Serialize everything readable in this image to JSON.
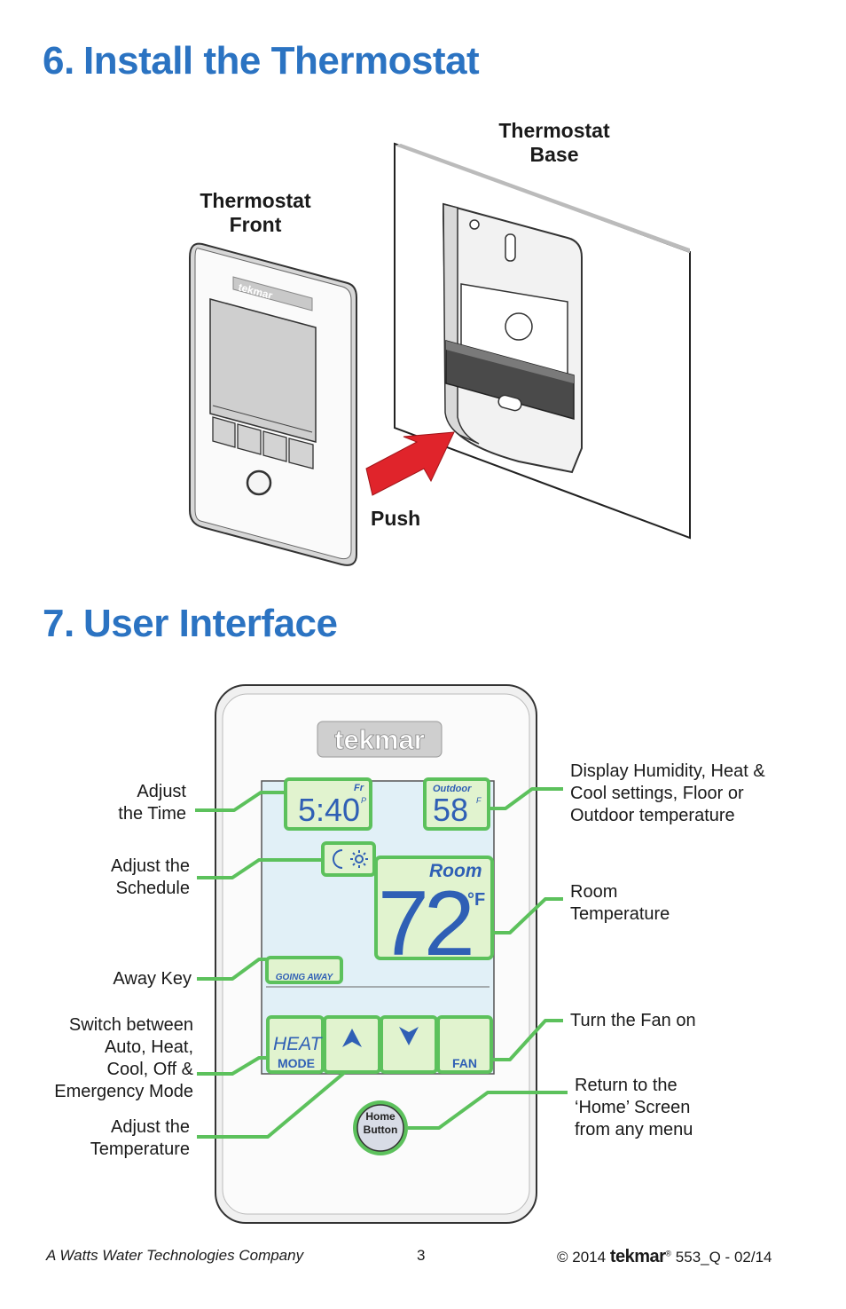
{
  "section6": {
    "number": "6.",
    "title": "Install the Thermostat"
  },
  "section7": {
    "number": "7.",
    "title": "User Interface"
  },
  "install": {
    "base_label_line1": "Thermostat",
    "base_label_line2": "Base",
    "front_label_line1": "Thermostat",
    "front_label_line2": "Front",
    "push_label": "Push",
    "brand": "tekmar"
  },
  "ui": {
    "brand": "tekmar",
    "lcd": {
      "day": "Fr",
      "time": "5:40",
      "time_suffix": "P",
      "outdoor_label": "Outdoor",
      "outdoor_value": "58",
      "outdoor_unit": "F",
      "room_label": "Room",
      "room_value": "72",
      "room_unit": "°F",
      "away_label": "GOING AWAY",
      "mode_display": "HEAT",
      "mode_label": "MODE",
      "fan_label": "FAN",
      "home_line1": "Home",
      "home_line2": "Button"
    },
    "callouts": {
      "time_1": "Adjust",
      "time_2": "the Time",
      "schedule_1": "Adjust the",
      "schedule_2": "Schedule",
      "away": "Away Key",
      "mode_1": "Switch between",
      "mode_2": "Auto, Heat,",
      "mode_3": "Cool, Off &",
      "mode_4": "Emergency Mode",
      "temp_1": "Adjust the",
      "temp_2": "Temperature",
      "display_1": "Display Humidity, Heat &",
      "display_2": "Cool settings, Floor or",
      "display_3": "Outdoor temperature",
      "room_1": "Room",
      "room_2": "Temperature",
      "fan": "Turn the Fan on",
      "home_1": "Return to the",
      "home_2": "‘Home’ Screen",
      "home_3": "from any menu"
    }
  },
  "footer": {
    "company": "A Watts Water Technologies Company",
    "page": "3",
    "copyright": "© 2014",
    "brand": "tekmar",
    "registered": "®",
    "doc_code": "553_Q - 02/14"
  },
  "colors": {
    "heading": "#2b73c2",
    "callout_line": "#5cc15c",
    "lcd": "#e1f3cf",
    "arrow": "#e0242b"
  }
}
